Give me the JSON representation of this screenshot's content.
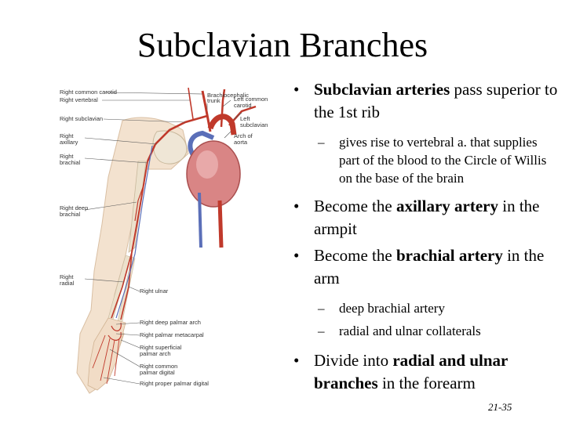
{
  "slide": {
    "title": "Subclavian Branches",
    "page_number": "21-35"
  },
  "figure": {
    "labels": {
      "right_common_carotid": "Right common carotid",
      "right_vertebral": "Right vertebral",
      "right_subclavian": "Right subclavian",
      "right_axillary_1": "Right",
      "right_axillary_2": "axillary",
      "right_brachial_1": "Right",
      "right_brachial_2": "brachial",
      "brachiocephalic_1": "Brachiocephalic",
      "brachiocephalic_2": "trunk",
      "left_common_carotid_1": "Left common",
      "left_common_carotid_2": "carotid",
      "left_subclavian_1": "Left",
      "left_subclavian_2": "subclavian",
      "arch_of_aorta_1": "Arch of",
      "arch_of_aorta_2": "aorta",
      "right_deep_brachial_1": "Right deep",
      "right_deep_brachial_2": "brachial",
      "right_radial_1": "Right",
      "right_radial_2": "radial",
      "right_ulnar": "Right ulnar",
      "right_deep_palmar_arch": "Right deep palmar arch",
      "right_palmar_metacarpal": "Right palmar metacarpal",
      "right_superficial_palmar_arch_1": "Right superficial",
      "right_superficial_palmar_arch_2": "palmar arch",
      "right_common_palmar_digital_1": "Right common",
      "right_common_palmar_digital_2": "palmar digital",
      "right_proper_palmar_digital": "Right proper palmar digital"
    }
  },
  "content": {
    "b1_bold": "Subclavian arteries",
    "b1_rest": " pass superior to the 1st rib",
    "b1_sub1": "gives rise to vertebral a. that supplies part of the blood to the Circle of Willis on the base of the brain",
    "b2_pre": "Become the ",
    "b2_bold": "axillary artery",
    "b2_post": " in the armpit",
    "b3_pre": "Become the ",
    "b3_bold": "brachial artery",
    "b3_post": " in the arm",
    "b3_sub1": "deep brachial artery",
    "b3_sub2": "radial and ulnar collaterals",
    "b4_pre": "Divide into ",
    "b4_bold": "radial and ulnar branches",
    "b4_post": " in the forearm"
  }
}
